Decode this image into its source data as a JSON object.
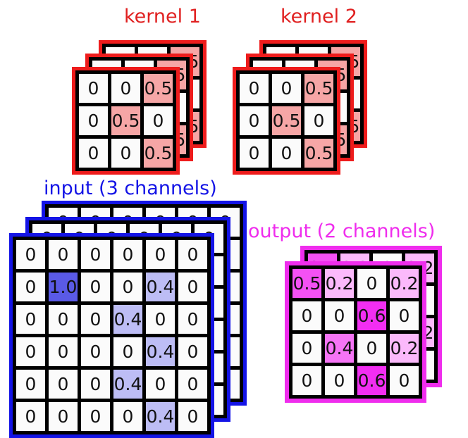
{
  "titles": {
    "kernel1": "kernel 1",
    "kernel2": "kernel 2",
    "input": "input (3 channels)",
    "output": "output (2 channels)"
  },
  "colors": {
    "kernel_border": "#ee1c1c",
    "kernel_fill": "#f6a6a6",
    "input_border": "#1414e6",
    "input_fill": "#5a5ae6",
    "output_border": "#ef2ded",
    "output_fill": "#f22ef2",
    "cell_bg": "#fbfbfb",
    "text": "#111111"
  },
  "kernel": {
    "rows": 3,
    "cols": 3,
    "channels": 3,
    "values": [
      [
        "0",
        "0",
        "0.5"
      ],
      [
        "0",
        "0.5",
        "0"
      ],
      [
        "0",
        "0",
        "0.5"
      ]
    ],
    "weights": [
      [
        0,
        0,
        0.5
      ],
      [
        0,
        0.5,
        0
      ],
      [
        0,
        0,
        0.5
      ]
    ]
  },
  "input": {
    "rows": 6,
    "cols": 6,
    "channels": 3,
    "values": [
      [
        "0",
        "0",
        "0",
        "0",
        "0",
        "0"
      ],
      [
        "0",
        "1.0",
        "0",
        "0",
        "0.4",
        "0"
      ],
      [
        "0",
        "0",
        "0",
        "0.4",
        "0",
        "0"
      ],
      [
        "0",
        "0",
        "0",
        "0",
        "0.4",
        "0"
      ],
      [
        "0",
        "0",
        "0",
        "0.4",
        "0",
        "0"
      ],
      [
        "0",
        "0",
        "0",
        "0",
        "0.4",
        "0"
      ]
    ],
    "weights": [
      [
        0,
        0,
        0,
        0,
        0,
        0
      ],
      [
        0,
        1.0,
        0,
        0,
        0.4,
        0
      ],
      [
        0,
        0,
        0,
        0.4,
        0,
        0
      ],
      [
        0,
        0,
        0,
        0,
        0.4,
        0
      ],
      [
        0,
        0,
        0,
        0.4,
        0,
        0
      ],
      [
        0,
        0,
        0,
        0,
        0.4,
        0
      ]
    ]
  },
  "output": {
    "rows": 4,
    "cols": 4,
    "channels": 2,
    "values": [
      [
        "0.5",
        "0.2",
        "0",
        "0.2"
      ],
      [
        "0",
        "0",
        "0.6",
        "0"
      ],
      [
        "0",
        "0.4",
        "0",
        "0.2"
      ],
      [
        "0",
        "0",
        "0.6",
        "0"
      ]
    ],
    "weights": [
      [
        0.5,
        0.2,
        0,
        0.2
      ],
      [
        0,
        0,
        0.6,
        0
      ],
      [
        0,
        0.4,
        0,
        0.2
      ],
      [
        0,
        0,
        0.6,
        0
      ]
    ]
  }
}
